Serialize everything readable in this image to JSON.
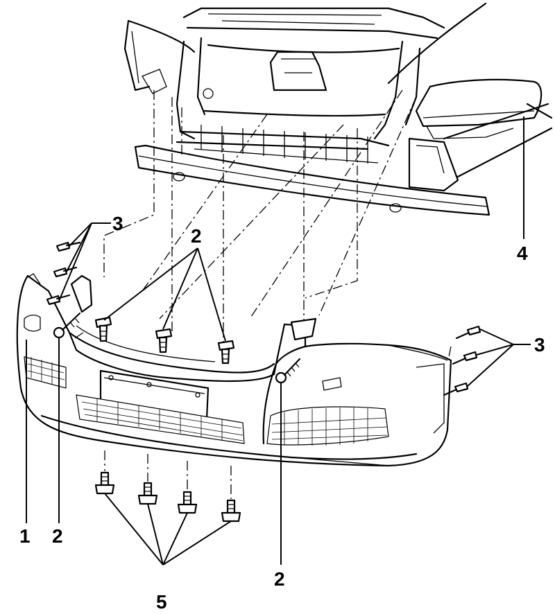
{
  "callouts": {
    "c1": "1",
    "c2_left": "2",
    "c2_top": "2",
    "c2_bottom": "2",
    "c3_left": "3",
    "c3_right": "3",
    "c4": "4",
    "c5": "5"
  }
}
